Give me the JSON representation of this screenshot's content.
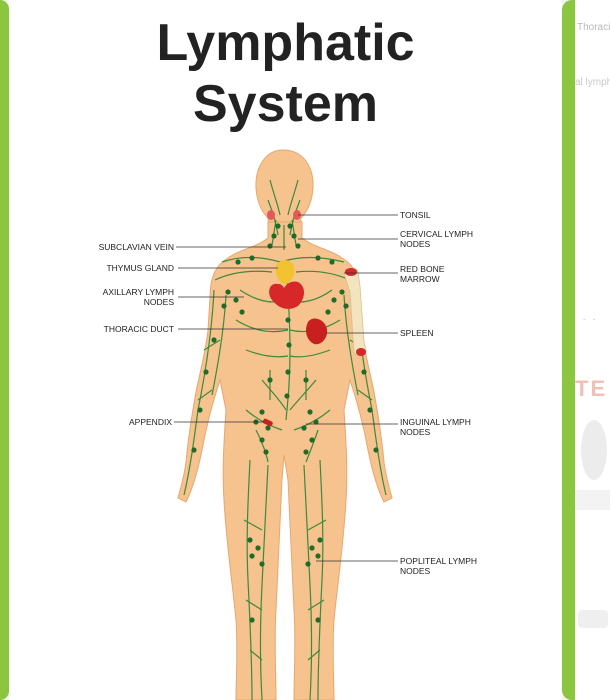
{
  "title": {
    "line1": "Lymphatic",
    "line2": "System"
  },
  "labels": {
    "tonsil": "TONSIL",
    "cervical_l1": "CERVICAL LYMPH",
    "cervical_l2": "NODES",
    "red_bone_l1": "RED BONE",
    "red_bone_l2": "MARROW",
    "spleen": "SPLEEN",
    "inguinal_l1": "INGUINAL LYMPH",
    "inguinal_l2": "NODES",
    "popliteal_l1": "POPLITEAL LYMPH",
    "popliteal_l2": "NODES",
    "subclavian": "SUBCLAVIAN VEIN",
    "thymus": "THYMUS GLAND",
    "axillary_l1": "AXILLARY LYMPH",
    "axillary_l2": "NODES",
    "thoracic": "THORACIC DUCT",
    "appendix": "APPENDIX"
  },
  "next_card": {
    "peek1": "Thoracic",
    "peek2": "al lymph",
    "peek3": "- -",
    "peek4": "TE"
  },
  "colors": {
    "accent_green": "#8cc63f",
    "skin": "#f6c28e",
    "lymph_green": "#2e7d32",
    "organ_red": "#d62828",
    "thymus_yellow": "#f2c230"
  }
}
